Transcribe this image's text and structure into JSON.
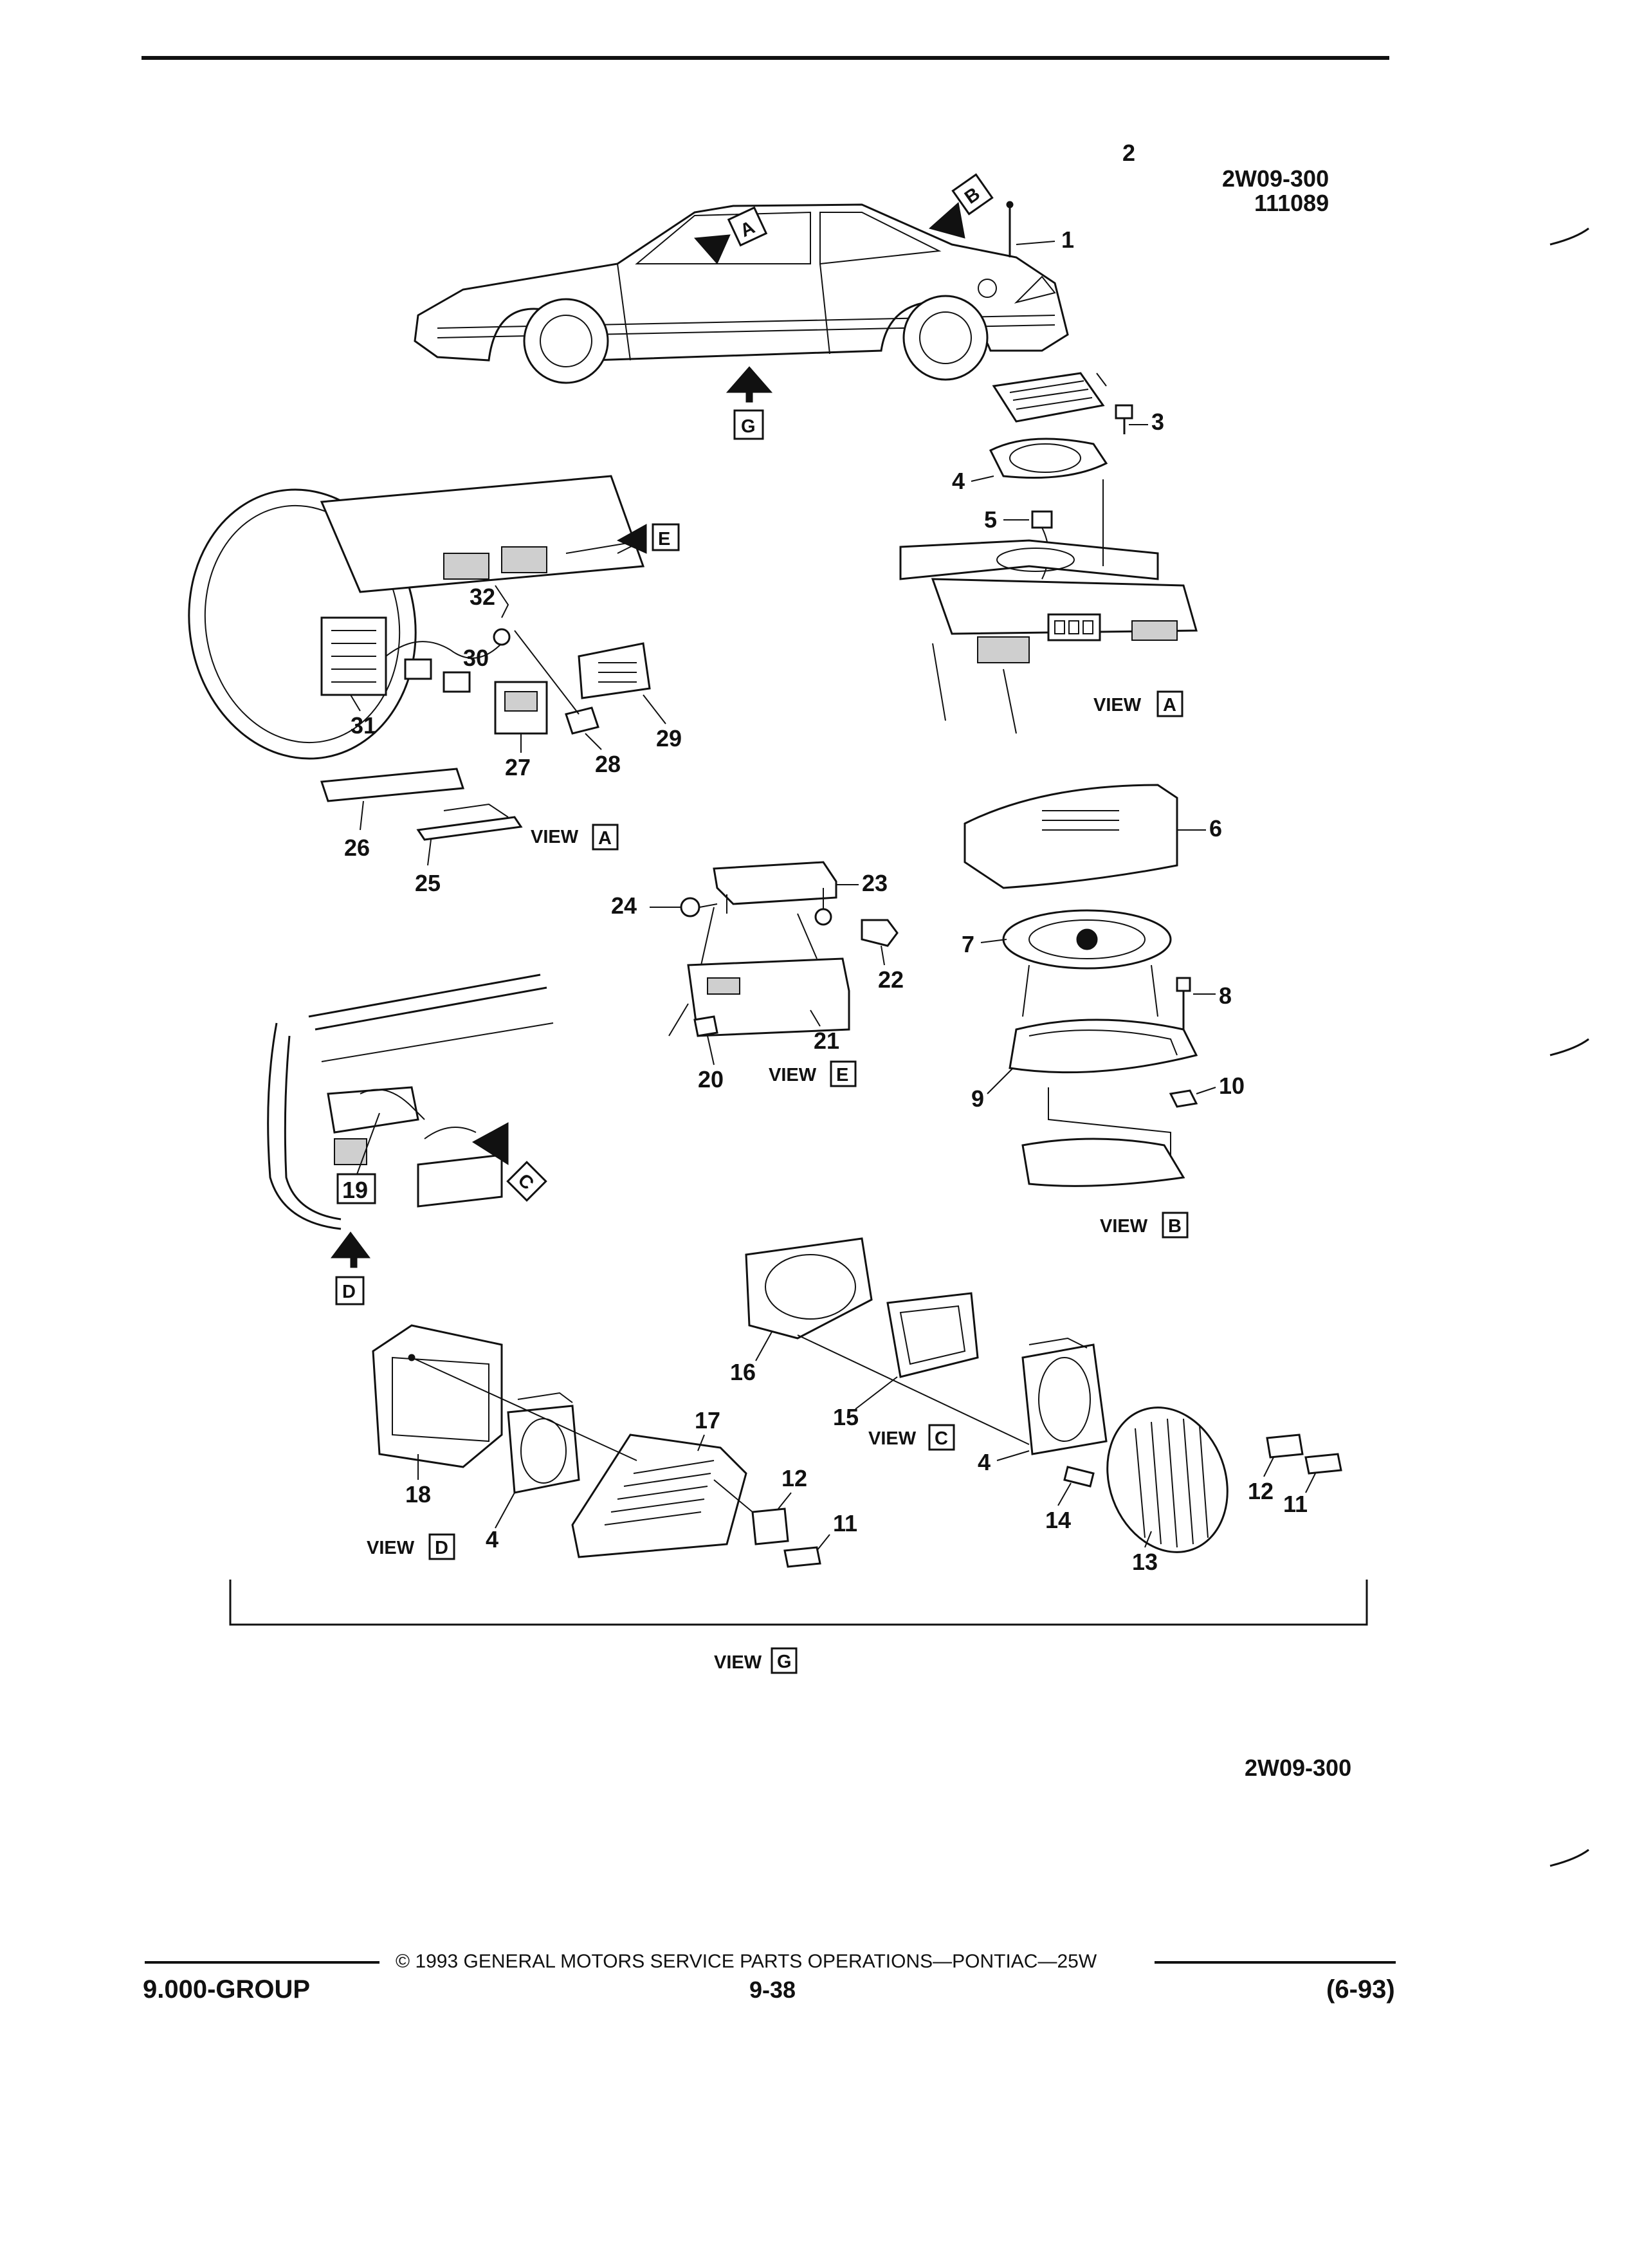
{
  "header": {
    "figure_code": "2W09-300",
    "figure_date": "111089"
  },
  "callouts": [
    "1",
    "2",
    "3",
    "4",
    "5",
    "6",
    "7",
    "8",
    "9",
    "10",
    "11",
    "12",
    "13",
    "14",
    "15",
    "16",
    "17",
    "18",
    "19",
    "20",
    "21",
    "22",
    "23",
    "24",
    "25",
    "26",
    "27",
    "28",
    "29",
    "30",
    "31",
    "32"
  ],
  "views": {
    "A": "A",
    "B": "B",
    "C": "C",
    "D": "D",
    "E": "E",
    "G": "G",
    "word": "VIEW"
  },
  "footer_code": "2W09-300",
  "footer": {
    "copyright": "© 1993 GENERAL MOTORS SERVICE PARTS OPERATIONS—PONTIAC—25W",
    "group": "9.000-GROUP",
    "page": "9-38",
    "date": "(6-93)"
  }
}
